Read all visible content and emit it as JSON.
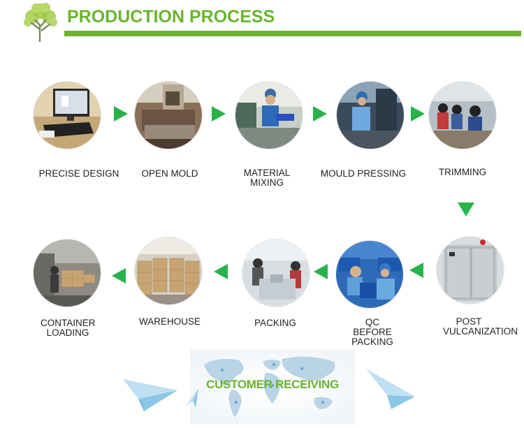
{
  "header": {
    "title": "PRODUCTION PROCESS"
  },
  "steps": [
    {
      "id": "precise-design",
      "label": "PRECISE DESIGN"
    },
    {
      "id": "open-mold",
      "label": "OPEN MOLD"
    },
    {
      "id": "material-mixing",
      "label": "MATERIAL MIXING"
    },
    {
      "id": "mould-pressing",
      "label": "MOULD PRESSING"
    },
    {
      "id": "trimming",
      "label": "TRIMMING"
    },
    {
      "id": "post-vulcanization",
      "label": "POST VULCANIZATION"
    },
    {
      "id": "qc-before-packing",
      "label": "QC BEFORE PACKING"
    },
    {
      "id": "packing",
      "label": "PACKING"
    },
    {
      "id": "warehouse",
      "label": "WAREHOUSE"
    },
    {
      "id": "container-loading",
      "label": "CONTAINER LOADING"
    }
  ],
  "final_step": {
    "label": "CUSTOMER RECEIVING"
  },
  "colors": {
    "brand_green": "#6ab42e",
    "arrow_green": "#27b34a"
  },
  "icons": [
    "tree-logo-icon",
    "arrow-right-icon",
    "arrow-left-icon",
    "arrow-down-icon",
    "world-map-icon",
    "paper-plane-icon"
  ]
}
